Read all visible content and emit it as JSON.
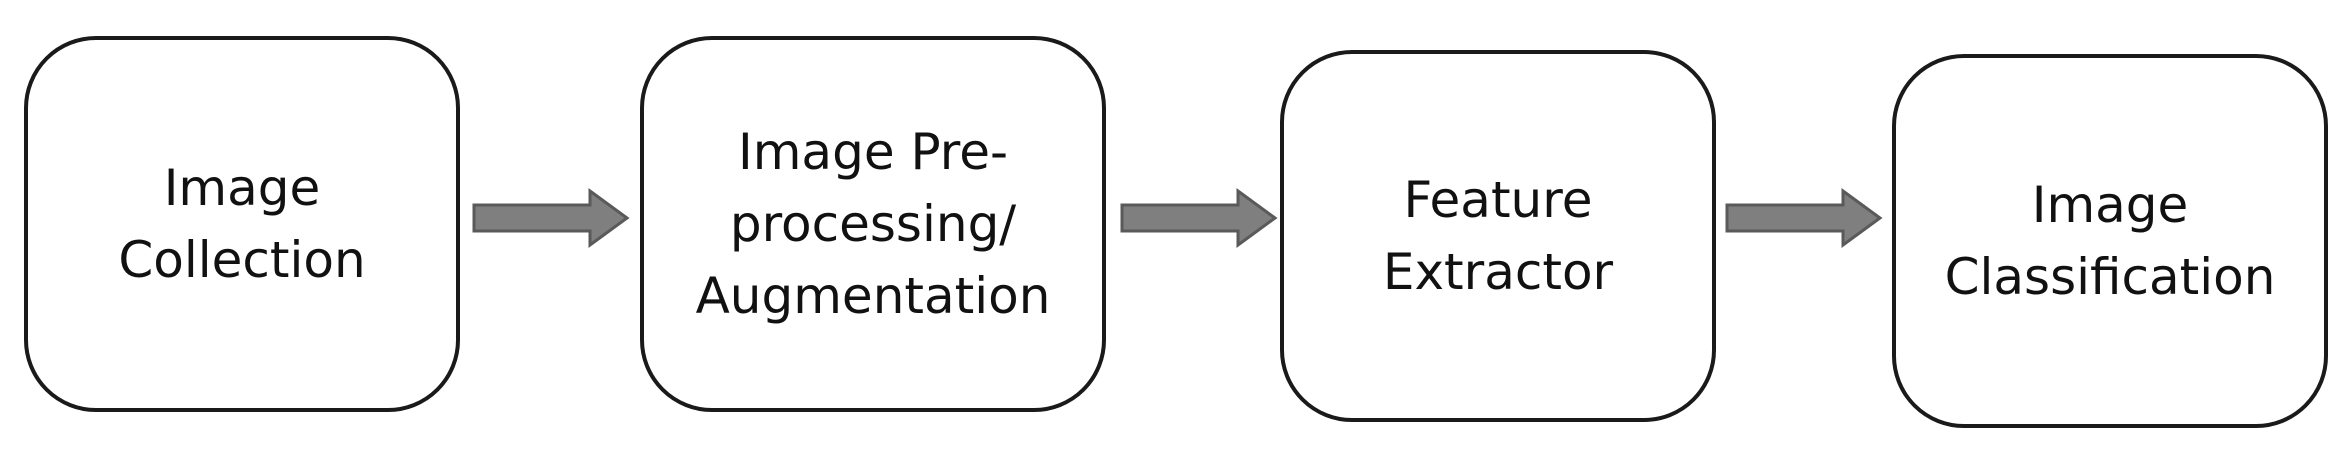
{
  "diagram": {
    "steps": [
      {
        "label": "Image\nCollection"
      },
      {
        "label": "Image Pre-\nprocessing/\nAugmentation"
      },
      {
        "label": "Feature\nExtractor"
      },
      {
        "label": "Image\nClassification"
      }
    ],
    "colors": {
      "box_border": "#1a1a1a",
      "arrow_fill": "#7f7f7f",
      "arrow_stroke": "#5a5a5a",
      "text": "#111111"
    }
  }
}
